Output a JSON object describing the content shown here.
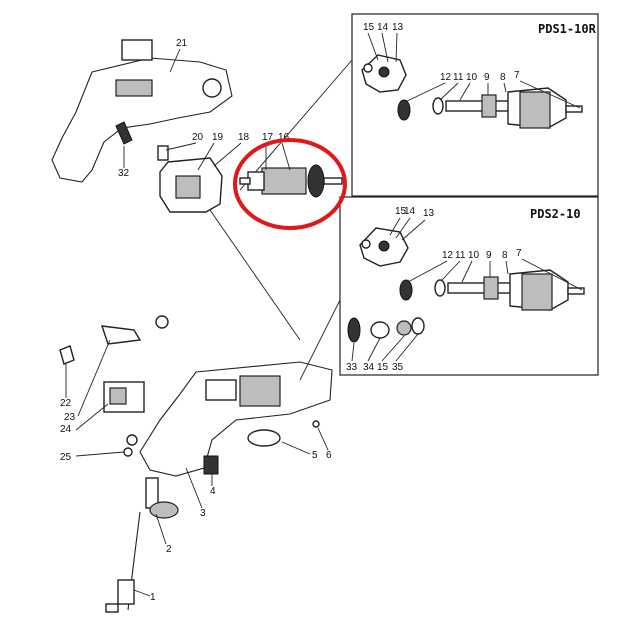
{
  "boxes": {
    "top_model": "PDS1-10R",
    "bottom_model": "PDS2-10"
  },
  "callouts": {
    "p1": "1",
    "p2": "2",
    "p3": "3",
    "p4": "4",
    "p5": "5",
    "p6": "6",
    "p16": "16",
    "p17": "17",
    "p18": "18",
    "p19": "19",
    "p20": "20",
    "p21": "21",
    "p22": "22",
    "p23": "23",
    "p24": "24",
    "p25": "25",
    "p32": "32",
    "top": {
      "p15": "15",
      "p14": "14",
      "p13": "13",
      "p12": "12",
      "p11": "11",
      "p10": "10",
      "p9": "9",
      "p8": "8",
      "p7": "7"
    },
    "bottom": {
      "p15": "15",
      "p14": "14",
      "p13": "13",
      "p12": "12",
      "p11": "11",
      "p10": "10",
      "p9": "9",
      "p8": "8",
      "p7": "7",
      "p33": "33",
      "p34": "34",
      "p35_small": "15",
      "p35": "35"
    }
  },
  "highlight_color": "#e01818"
}
